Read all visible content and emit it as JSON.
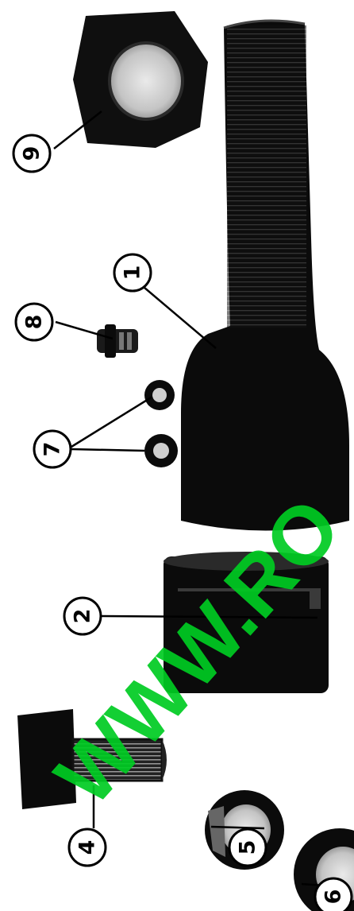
{
  "diagram": {
    "callouts": [
      {
        "id": "1",
        "label": "1",
        "part": "yoke"
      },
      {
        "id": "2",
        "label": "2",
        "part": "bushing"
      },
      {
        "id": "4",
        "label": "4",
        "part": "bolt"
      },
      {
        "id": "5",
        "label": "5",
        "part": "washer"
      },
      {
        "id": "6",
        "label": "6",
        "part": "washer"
      },
      {
        "id": "7",
        "label": "7",
        "part": "o-rings"
      },
      {
        "id": "8",
        "label": "8",
        "part": "grease-fitting"
      },
      {
        "id": "9",
        "label": "9",
        "part": "nut"
      }
    ],
    "watermark": "WWW.RO"
  },
  "colors": {
    "part_fill": "#0b0b0b",
    "part_metal": "#cfcfcf",
    "callout_stroke": "#000000",
    "watermark": "#00cc22"
  }
}
